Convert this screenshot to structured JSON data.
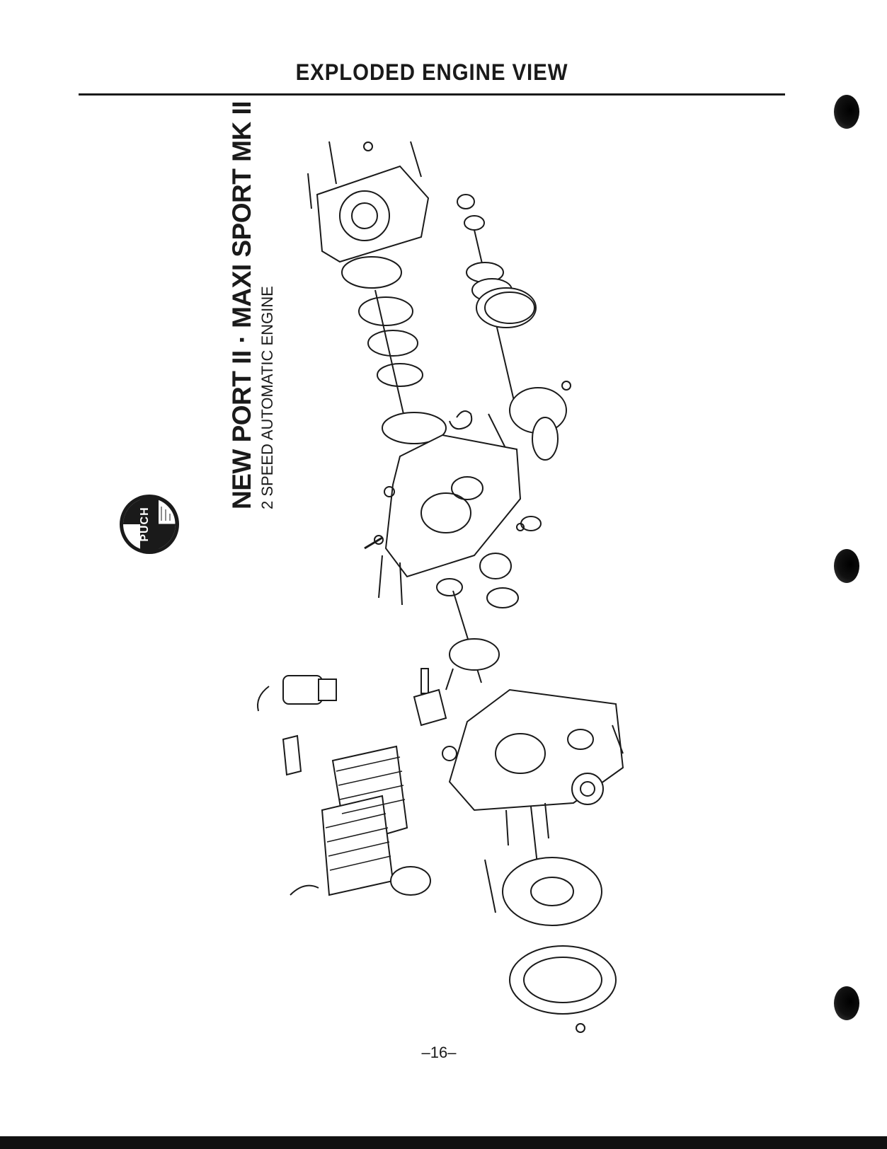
{
  "header": {
    "title": "EXPLODED ENGINE VIEW"
  },
  "side_title": {
    "model": "NEW PORT II · MAXI SPORT MK II",
    "engine": "2 SPEED AUTOMATIC ENGINE"
  },
  "logo": {
    "text": "PUCH"
  },
  "footer": {
    "page_number": "–16–"
  }
}
